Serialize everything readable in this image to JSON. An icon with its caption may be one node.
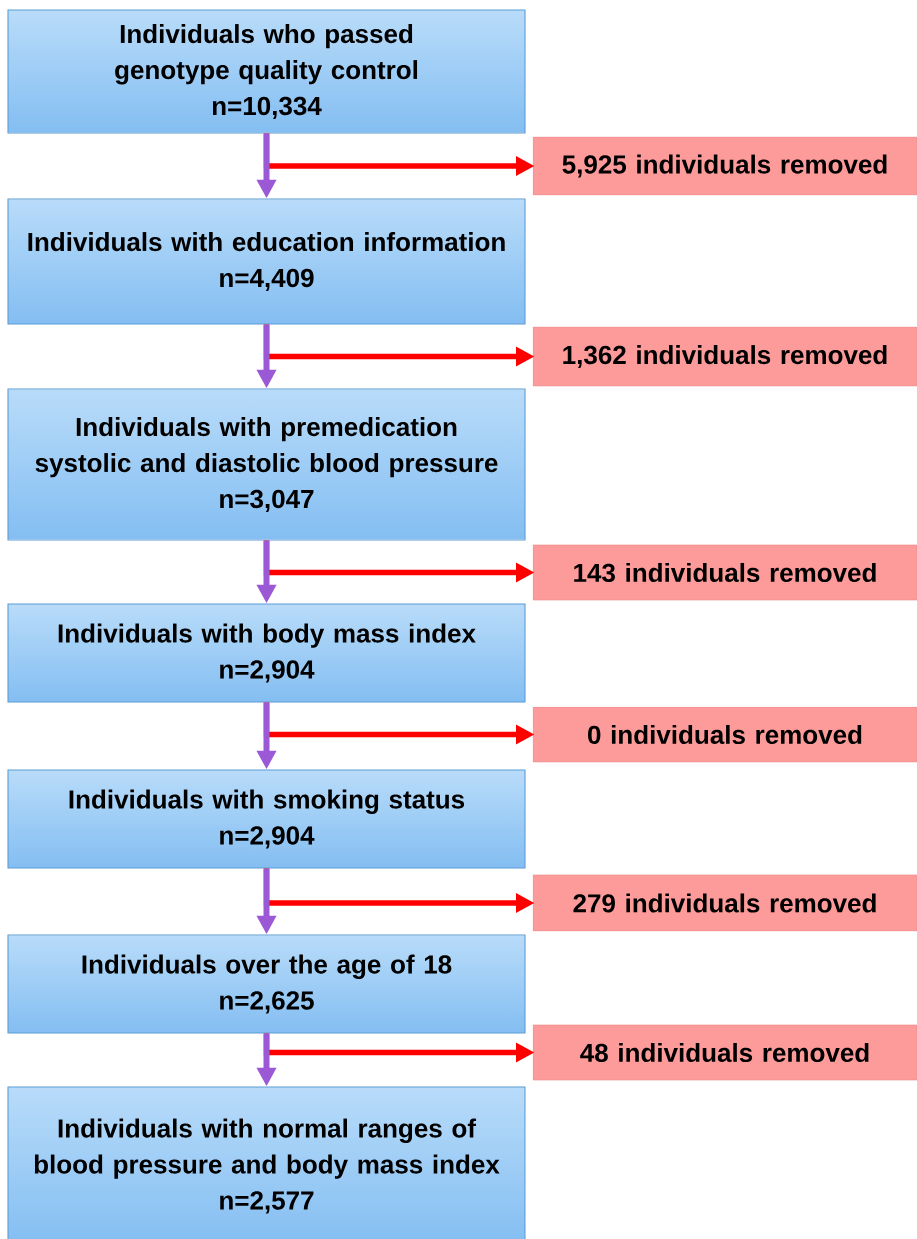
{
  "diagram": {
    "nodes": [
      {
        "text": [
          "Individuals who passed genotype quality control",
          "n=10,334"
        ]
      },
      {
        "text": [
          "5,925 individuals removed"
        ]
      },
      {
        "text": [
          "Individuals with education information",
          "n=4,409"
        ]
      },
      {
        "text": [
          "1,362 individuals removed"
        ]
      },
      {
        "text": [
          "Individuals with premedication systolic and diastolic blood pressure",
          "n=3,047"
        ]
      },
      {
        "text": [
          "143 individuals removed"
        ]
      },
      {
        "text": [
          "Individuals with body mass index",
          "n=2,904"
        ]
      },
      {
        "text": [
          "0 individuals removed"
        ]
      },
      {
        "text": [
          "Individuals with smoking status",
          "n=2,904"
        ]
      },
      {
        "text": [
          "279 individuals removed"
        ]
      },
      {
        "text": [
          "Individuals over the age of 18",
          "n=2,625"
        ]
      },
      {
        "text": [
          "48 individuals removed"
        ]
      },
      {
        "text": [
          "Individuals with normal ranges of blood pressure and body mass index",
          "n=2,577"
        ]
      }
    ],
    "edges": [
      {
        "from": 0,
        "to": 2,
        "arrow": "to",
        "color": "#9b59d6"
      },
      {
        "from": 0,
        "to": 1,
        "arrow": "to",
        "color": "#ff0000"
      },
      {
        "from": 2,
        "to": 4,
        "arrow": "to",
        "color": "#9b59d6"
      },
      {
        "from": 2,
        "to": 3,
        "arrow": "to",
        "color": "#ff0000"
      },
      {
        "from": 4,
        "to": 6,
        "arrow": "to",
        "color": "#9b59d6"
      },
      {
        "from": 4,
        "to": 5,
        "arrow": "to",
        "color": "#ff0000"
      },
      {
        "from": 6,
        "to": 8,
        "arrow": "to",
        "color": "#9b59d6"
      },
      {
        "from": 6,
        "to": 7,
        "arrow": "to",
        "color": "#ff0000"
      },
      {
        "from": 8,
        "to": 10,
        "arrow": "to",
        "color": "#9b59d6"
      },
      {
        "from": 8,
        "to": 9,
        "arrow": "to",
        "color": "#ff0000"
      },
      {
        "from": 10,
        "to": 12,
        "arrow": "to",
        "color": "#9b59d6"
      },
      {
        "from": 10,
        "to": 11,
        "arrow": "to",
        "color": "#ff0000"
      }
    ]
  }
}
